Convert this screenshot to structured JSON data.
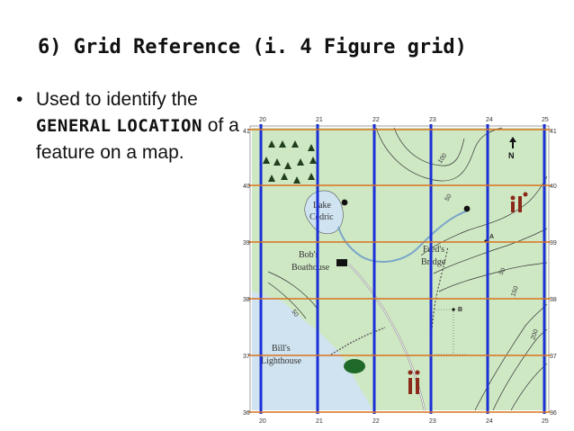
{
  "slide": {
    "title": "6) Grid Reference (i. 4 Figure grid)",
    "bullet": {
      "text_before": "Used to identify the ",
      "highlight_1": "GENERAL",
      "text_mid": " ",
      "highlight_2": "LOCATION",
      "text_after": " of a feature on a map."
    }
  },
  "map": {
    "eastings": [
      "20",
      "21",
      "22",
      "23",
      "24",
      "25"
    ],
    "northings": [
      "41",
      "40",
      "39",
      "38",
      "37",
      "36"
    ],
    "labels": {
      "lake_line1": "Lake",
      "lake_line2": "Cedric",
      "boathouse_line1": "Bob's",
      "boathouse_line2": "Boathouse",
      "bridge_line1": "Fred's",
      "bridge_line2": "Bridge",
      "lighthouse_line1": "Bill's",
      "lighthouse_line2": "Lighthouse",
      "point_a": "A",
      "point_b": "B",
      "north": "N",
      "contour_100": "100",
      "contour_50a": "50",
      "contour_50b": "50",
      "contour_50c": "50",
      "contour_150": "150",
      "contour_200": "200"
    },
    "colors": {
      "land": "#cfe8c4",
      "water": "#cfe3f0",
      "easting_line": "#1a2fd6",
      "northing_line": "#d9731f",
      "woods": "#1f3f1f"
    }
  }
}
